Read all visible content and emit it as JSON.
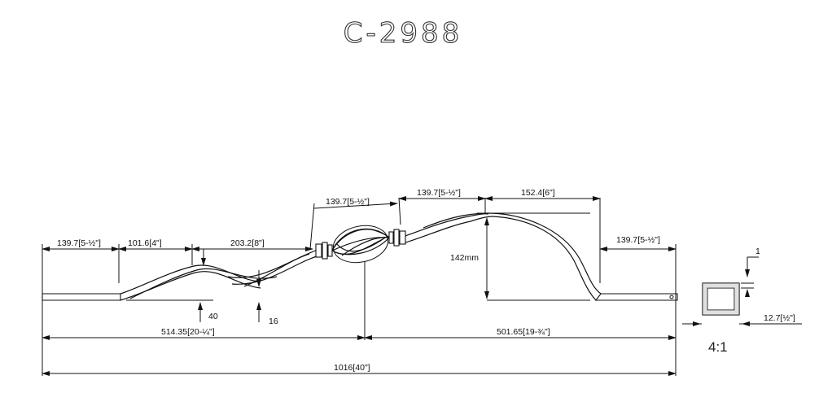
{
  "title": "C-2988",
  "scale": "4:1",
  "dimensions": {
    "left_end": "139.7[5-½\"]",
    "d_101_6": "101.6[4\"]",
    "d_203_2": "203.2[8\"]",
    "basket_left": "139.7[5-½\"]",
    "basket_right": "139.7[5-½\"]",
    "d_152_4": "152.4[6\"]",
    "right_end": "139.7[5-½\"]",
    "height_142": "142mm",
    "wave_40": "40",
    "wave_16": "16",
    "left_total": "514.35[20-¼\"]",
    "right_total": "501.65[19-¾\"]",
    "overall": "1016[40\"]",
    "wall": "1",
    "tube": "12.7[½\"]"
  }
}
